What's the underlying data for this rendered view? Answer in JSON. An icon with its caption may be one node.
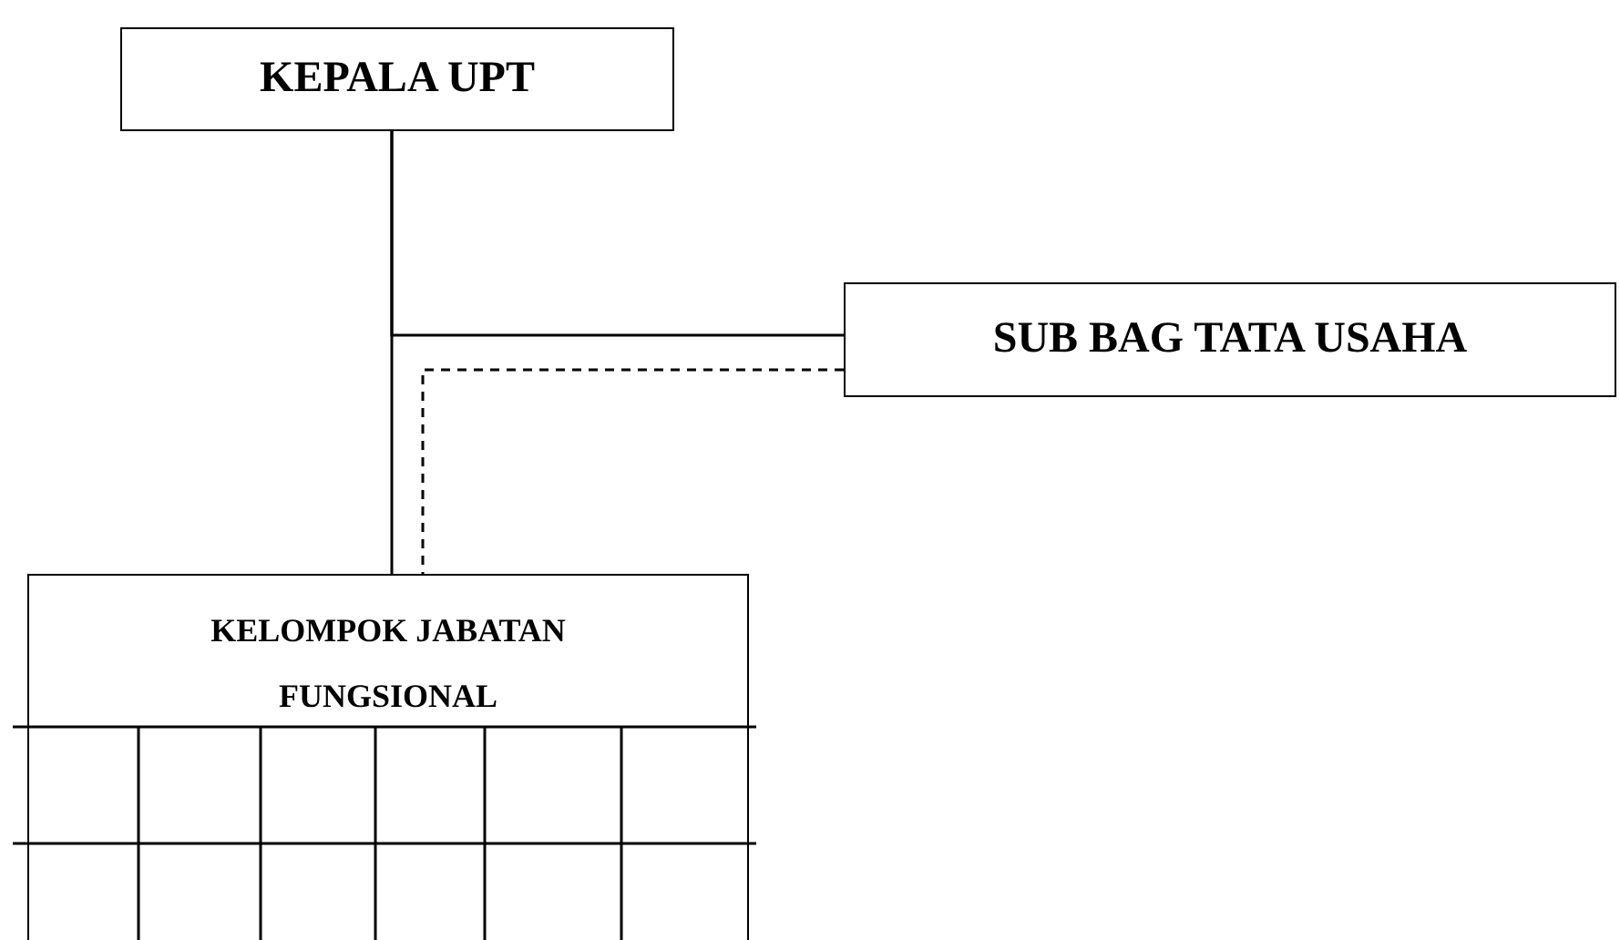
{
  "diagram": {
    "nodes": [
      {
        "text": [
          "KEPALA UPT"
        ]
      },
      {
        "text": [
          "SUB BAG TATA USAHA"
        ]
      },
      {
        "text": [
          "KELOMPOK JABATAN FUNGSIONAL"
        ]
      }
    ],
    "edges": [
      {
        "from": 0,
        "to": 2,
        "arrow": "none"
      },
      {
        "from": 0,
        "to": 1,
        "arrow": "none"
      },
      {
        "from": 1,
        "to": 2,
        "arrow": "none",
        "style": "dashed"
      }
    ]
  }
}
